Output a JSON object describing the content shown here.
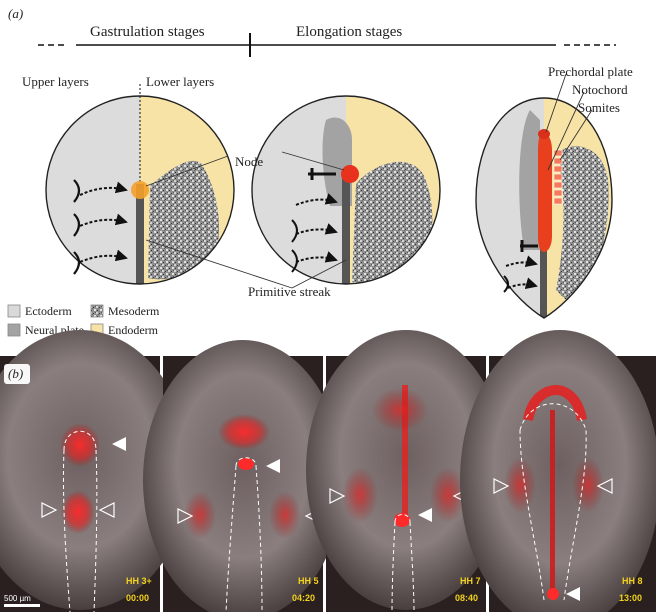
{
  "panel_a": {
    "label": "(a)",
    "timeline": {
      "gastrulation": "Gastrulation stages",
      "elongation": "Elongation stages"
    },
    "layer_labels": {
      "upper": "Upper layers",
      "lower": "Lower layers"
    },
    "annotations": {
      "node": "Node",
      "primitive_streak": "Primitive streak",
      "prechordal_plate": "Prechordal plate",
      "notochord": "Notochord",
      "somites": "Somites"
    },
    "legend": [
      {
        "label": "Ectoderm",
        "color": "#d9d9d9"
      },
      {
        "label": "Mesoderm",
        "color": "#9a9a9a"
      },
      {
        "label": "Neural plate",
        "color": "#a3a3a3"
      },
      {
        "label": "Endoderm",
        "color": "#f8e3a6"
      }
    ],
    "colors": {
      "node": "#f08a1c",
      "node_late": "#e8321e",
      "notochord": "#e8401e",
      "somites": "#f47a5a",
      "streak": "#555555"
    }
  },
  "panel_b": {
    "label": "(b)",
    "scale_bar": "500 µm",
    "frames": [
      {
        "stage": "HH 3+",
        "time": "00:00"
      },
      {
        "stage": "HH 5",
        "time": "04:20"
      },
      {
        "stage": "HH 7",
        "time": "08:40"
      },
      {
        "stage": "HH 8",
        "time": "13:00"
      }
    ]
  }
}
